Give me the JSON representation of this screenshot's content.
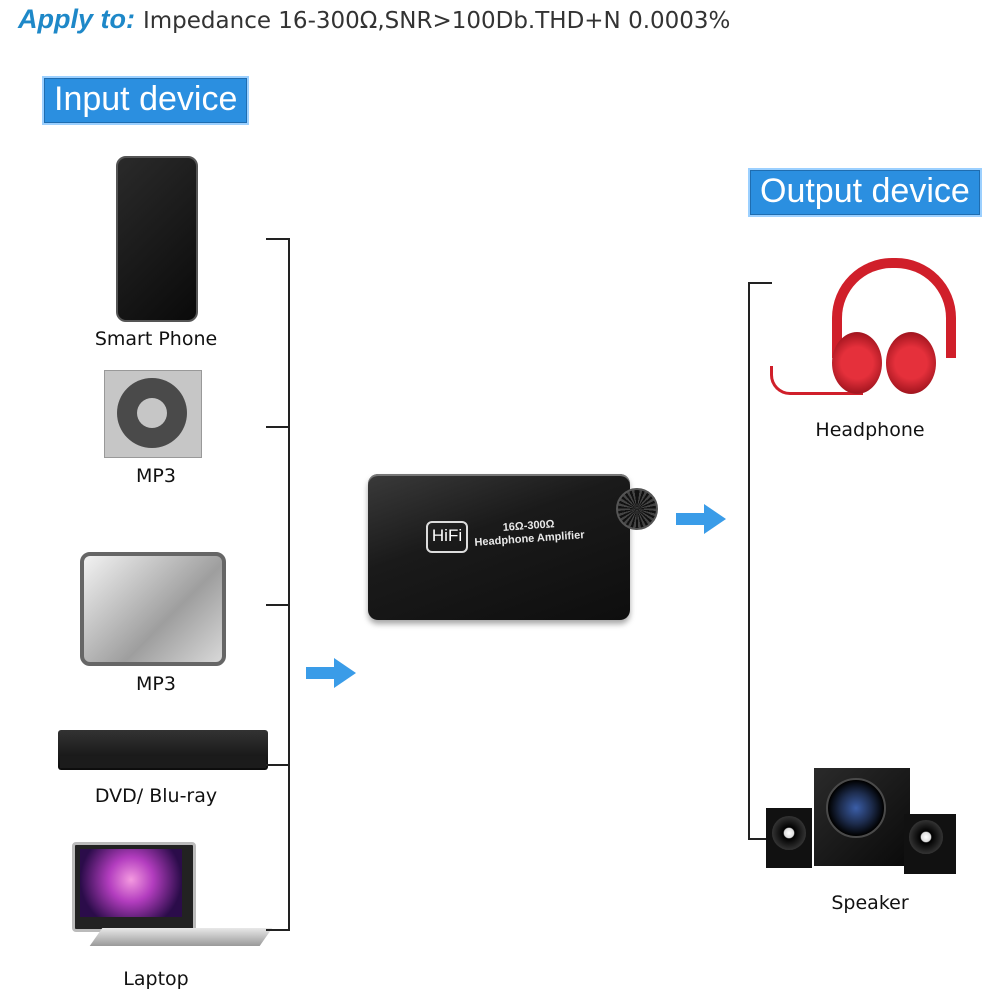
{
  "header": {
    "lead": "Apply to:",
    "spec": "Impedance 16-300Ω,SNR>100Db.THD+N 0.0003%"
  },
  "input_section": {
    "title": "Input device",
    "devices": [
      {
        "label": "Smart Phone"
      },
      {
        "label": "MP3"
      },
      {
        "label": "MP3"
      },
      {
        "label": "DVD/ Blu-ray"
      },
      {
        "label": "Laptop"
      }
    ]
  },
  "amplifier": {
    "badge": "HiFi",
    "line1": "16Ω-300Ω",
    "line2": "Headphone Amplifier"
  },
  "output_section": {
    "title": "Output device",
    "devices": [
      {
        "label": "Headphone"
      },
      {
        "label": "Speaker"
      }
    ]
  },
  "colors": {
    "accent": "#2b8fe0",
    "arrow": "#3a9ce8",
    "text": "#111111",
    "line": "#222222"
  }
}
